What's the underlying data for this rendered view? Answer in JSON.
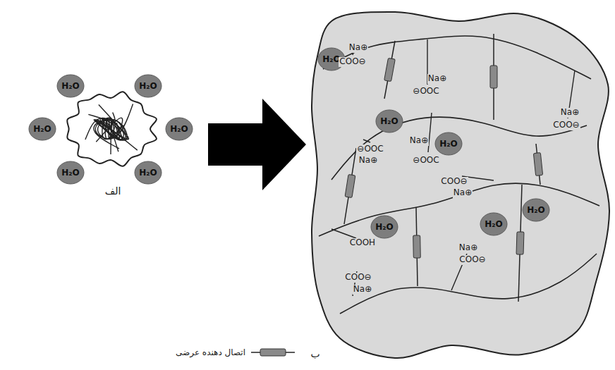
{
  "diagram": {
    "nodes": [
      {
        "text": [
          "H₂O"
        ]
      },
      {
        "text": [
          "H₂O"
        ]
      },
      {
        "text": [
          "H₂O"
        ]
      },
      {
        "text": [
          "H₂O"
        ]
      },
      {
        "text": [
          "H₂O"
        ]
      },
      {
        "text": [
          "H₂O"
        ]
      },
      {
        "text": [
          "H₂O"
        ]
      },
      {
        "text": [
          "H₂O"
        ]
      },
      {
        "text": [
          "H₂O"
        ]
      },
      {
        "text": [
          "H₂O"
        ]
      },
      {
        "text": [
          "H₂O"
        ]
      },
      {
        "text": [
          "H₂O"
        ]
      }
    ],
    "labels": [
      "Na⊕",
      "COO⊖",
      "Na⊕",
      "⊖OOC",
      "Na⊕",
      "COO⊖",
      "⊖OOC",
      "Na⊕",
      "Na⊕",
      "⊖OOC",
      "COO⊖",
      "Na⊕",
      "COOH",
      "COO⊖",
      "Na⊕",
      "Na⊕",
      "COO⊖",
      "الف",
      "ب"
    ],
    "legend": [
      {
        "text": "اتصال دهنده عرضی"
      }
    ]
  }
}
